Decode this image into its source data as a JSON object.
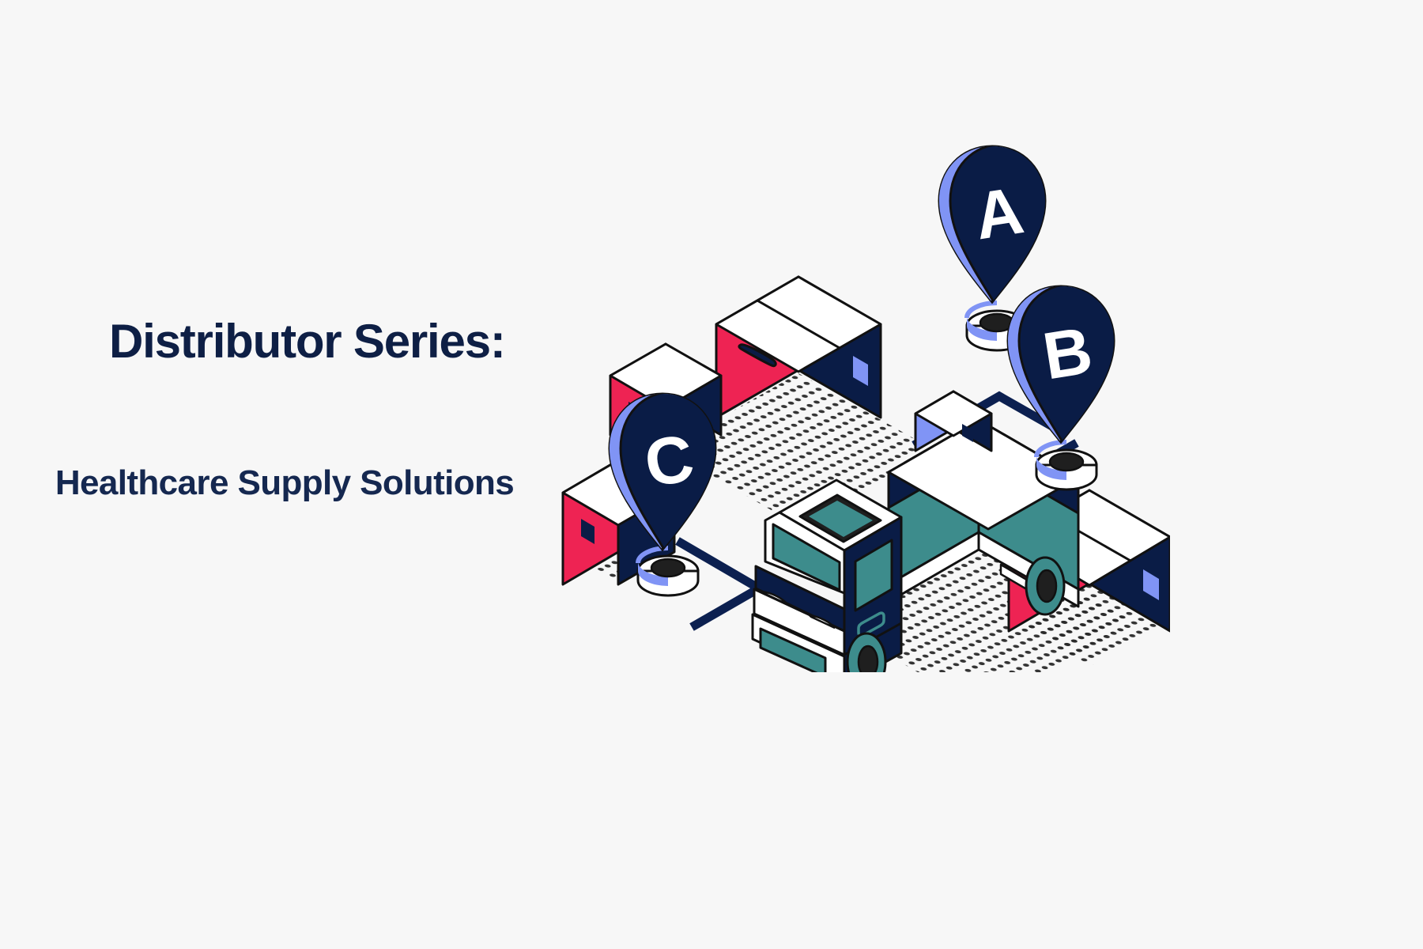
{
  "slide": {
    "background_color": "#f7f7f7",
    "title": "Distributor Series:",
    "subtitle": "Healthcare Supply Solutions"
  },
  "palette": {
    "navy": "#0c2050",
    "deep_navy": "#0a1c46",
    "crimson": "#ee2353",
    "teal": "#3d8c8c",
    "periwinkle": "#8094f5",
    "white": "#ffffff",
    "ink": "#1a1a1a",
    "background": "#f7f7f7",
    "title_color": "#0e1f45"
  },
  "illustration": {
    "name": "isometric-delivery-route",
    "map_pins": [
      {
        "id": "pin-a",
        "label": "A"
      },
      {
        "id": "pin-b",
        "label": "B"
      },
      {
        "id": "pin-c",
        "label": "C"
      }
    ],
    "pin_bases": [
      {
        "id": "pin-base-a"
      },
      {
        "id": "pin-base-b"
      },
      {
        "id": "pin-base-c"
      }
    ],
    "vehicle": {
      "id": "delivery-truck",
      "type": "box-truck"
    },
    "packages": [
      {
        "id": "package-large-top-left",
        "size": "large",
        "has_handle": true,
        "has_label": true
      },
      {
        "id": "package-small-top-left",
        "size": "small",
        "has_handle": false,
        "has_label": true
      },
      {
        "id": "package-right",
        "size": "large",
        "has_handle": true,
        "has_label": true
      },
      {
        "id": "package-bottom-left",
        "size": "small",
        "has_handle": false,
        "has_label": true
      },
      {
        "id": "package-on-truck-roof",
        "size": "small",
        "has_handle": false,
        "has_label": true
      }
    ],
    "route_segments": [
      {
        "id": "route-a-to-b"
      },
      {
        "id": "route-b-to-truck"
      },
      {
        "id": "route-c-to-truck"
      }
    ]
  }
}
